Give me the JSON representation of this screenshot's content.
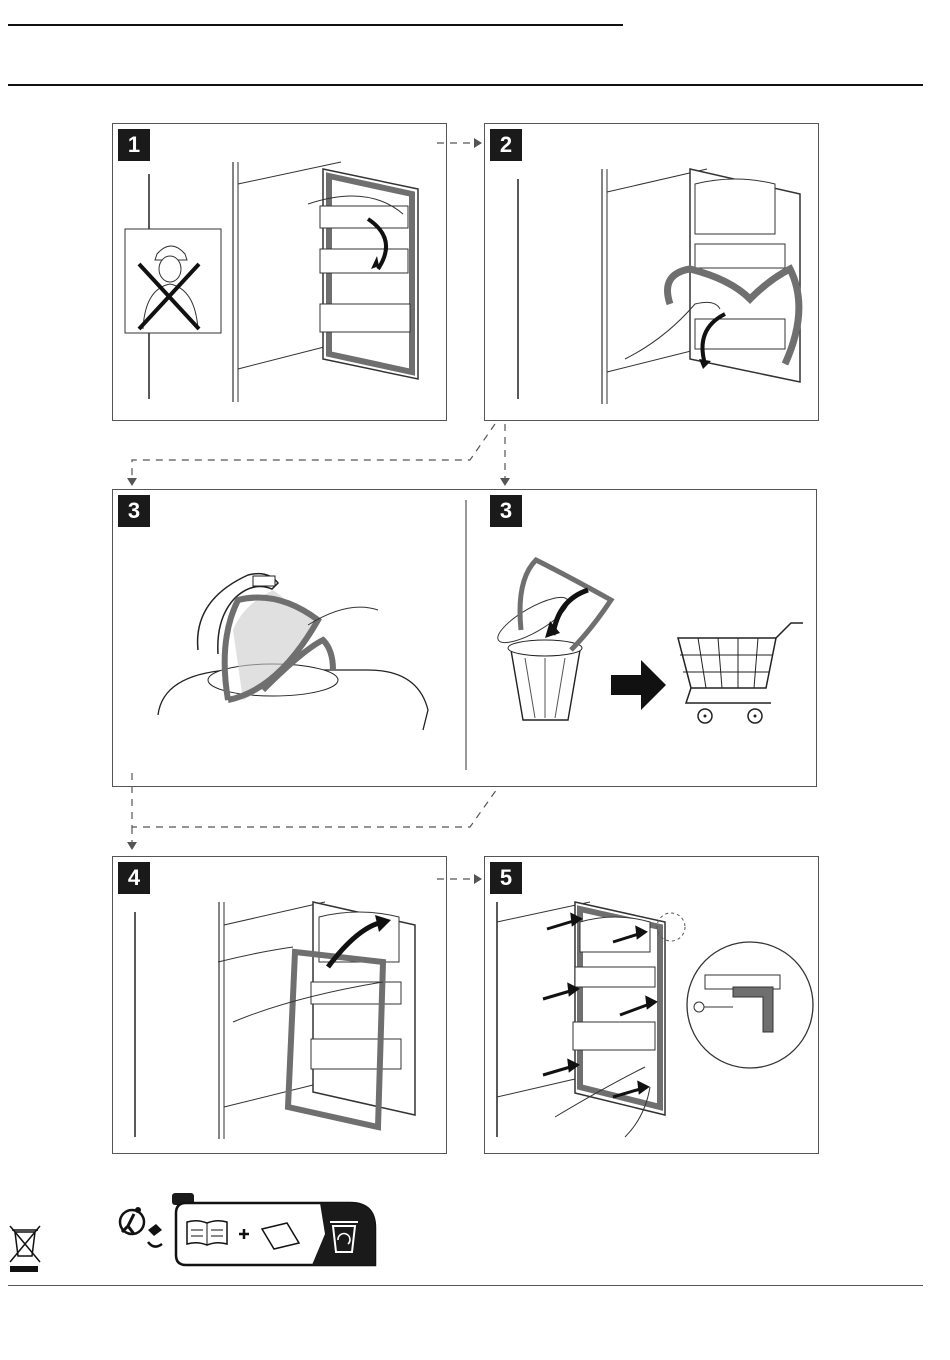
{
  "steps": {
    "s1": "1",
    "s2": "2",
    "s3a": "3",
    "s3b": "3",
    "s4": "4",
    "s5": "5"
  },
  "colors": {
    "ink": "#1a1a1a",
    "gasket": "#6f6f6f",
    "frame": "#555555"
  },
  "icons": [
    "no-maintenance-worker-icon",
    "arrow-icon",
    "tap-icon",
    "trash-bin-icon",
    "shopping-cart-icon",
    "weee-crossed-bin-icon",
    "triman-icon",
    "recycling-bin-icon"
  ]
}
